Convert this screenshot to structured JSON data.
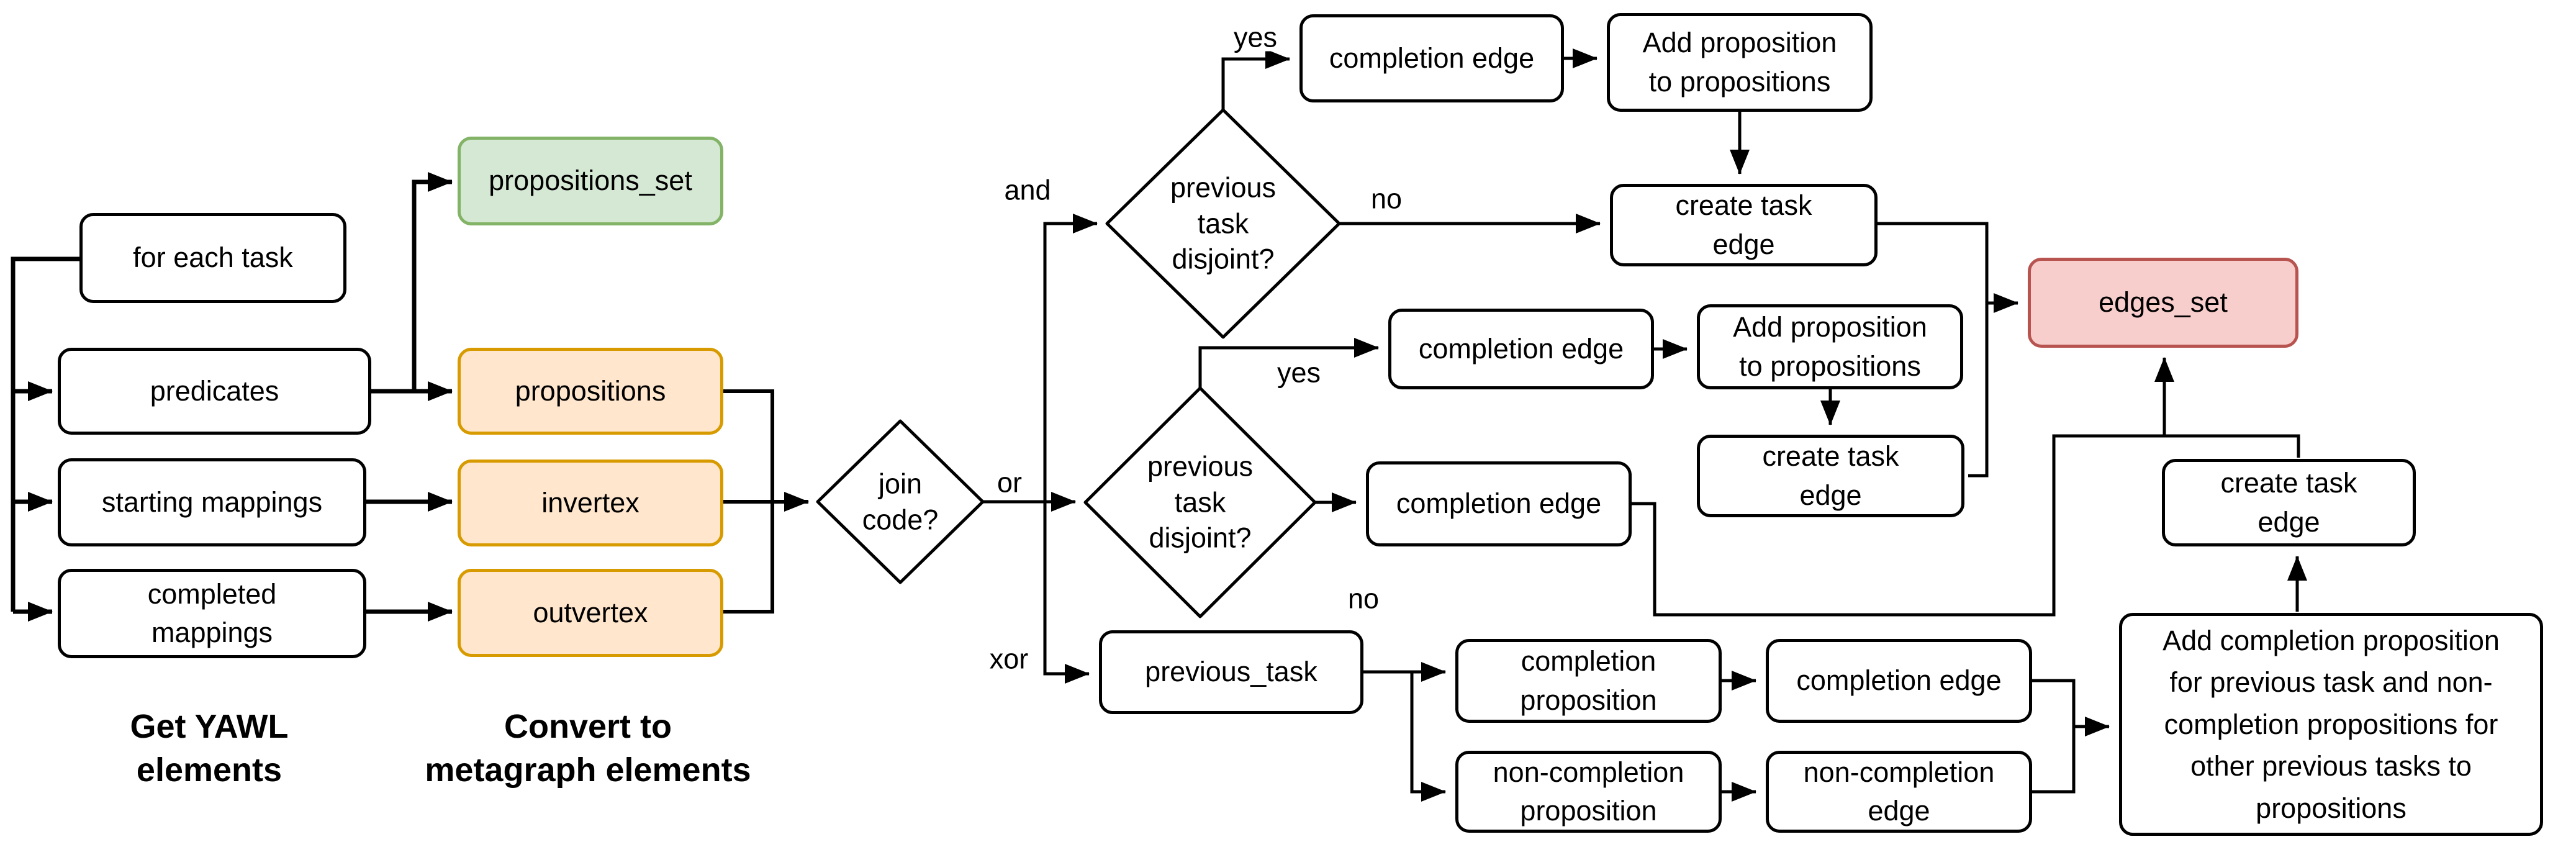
{
  "title": "YAWL to metagraph conversion flowchart",
  "colors": {
    "green_fill": "#d5e8d4",
    "green_border": "#82b366",
    "orange_fill": "#ffe6cc",
    "orange_border": "#d79b00",
    "red_fill": "#f8cecc",
    "red_border": "#b85450",
    "line": "#000000",
    "background": "#ffffff"
  },
  "nodes": {
    "for_each_task": "for each task",
    "predicates": "predicates",
    "starting_mappings": "starting mappings",
    "completed_mappings": "completed\nmappings",
    "propositions_set": "propositions_set",
    "propositions": "propositions",
    "invertex": "invertex",
    "outvertex": "outvertex",
    "join_code": "join\ncode?",
    "prev_task_disjoint_and": "previous\ntask\ndisjoint?",
    "prev_task_disjoint_or": "previous\ntask\ndisjoint?",
    "completion_edge_and": "completion edge",
    "add_proposition_and": "Add proposition\nto propositions",
    "create_task_edge_and": "create task\nedge",
    "completion_edge_or": "completion edge",
    "add_proposition_or": "Add proposition\nto propositions",
    "create_task_edge_or": "create task\nedge",
    "completion_edge_or_no": "completion edge",
    "edges_set": "edges_set",
    "create_task_edge_right": "create task\nedge",
    "add_completion_proposition": "Add completion proposition\nfor previous task and non-\ncompletion propositions for\nother previous tasks to\npropositions",
    "previous_task": "previous_task",
    "completion_proposition": "completion\nproposition",
    "completion_edge_xor": "completion edge",
    "non_completion_proposition": "non-completion\nproposition",
    "non_completion_edge": "non-completion\nedge"
  },
  "edge_labels": {
    "and": "and",
    "or": "or",
    "xor": "xor",
    "yes_and": "yes",
    "no_and": "no",
    "yes_or": "yes",
    "no_or": "no"
  },
  "section_labels": {
    "get_yawl": "Get YAWL\nelements",
    "convert": "Convert to\nmetagraph elements"
  }
}
